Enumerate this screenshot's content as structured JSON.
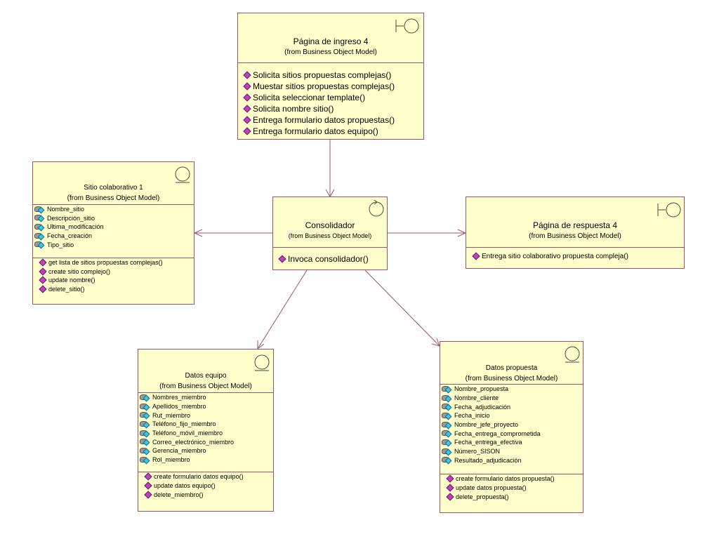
{
  "classes": {
    "ingreso": {
      "name": "Página de ingreso 4",
      "from": "(from Business Object Model)",
      "stereotype_icon": "boundary-icon",
      "operations": [
        "Solicita sitios propuestas complejas()",
        "Muestar sitios propuestas complejas()",
        "Solicita seleccionar template()",
        "Solicita nombre sitio()",
        "Entrega formulario datos propuestas()",
        "Entrega formulario datos equipo()"
      ]
    },
    "sitio": {
      "name": "Sitio colaborativo 1",
      "from": "(from Business Object Model)",
      "stereotype_icon": "entity-icon",
      "attributes": [
        "Nombre_sitio",
        "Descripción_sitio",
        "Ultima_modificación",
        "Fecha_creación",
        "Tipo_sitio"
      ],
      "operations": [
        "get lista de sitios propuestas complejas()",
        "create sitio complejo()",
        "update nombre()",
        "delete_sitio()"
      ]
    },
    "consolidador": {
      "name": "Consolidador",
      "from": "(from Business Object Model)",
      "stereotype_icon": "control-icon",
      "operations": [
        "Invoca consolidador()"
      ]
    },
    "respuesta": {
      "name": "Página de respuesta 4",
      "from": "(from Business Object Model)",
      "stereotype_icon": "boundary-icon",
      "operations": [
        "Entrega sitio colaborativo propuesta compleja()"
      ]
    },
    "equipo": {
      "name": "Datos equipo",
      "from": "(from Business Object Model)",
      "stereotype_icon": "entity-icon",
      "attributes": [
        "Nombres_miembro",
        "Apellidos_miembro",
        "Rut_miembro",
        "Teléfono_fijo_miembro",
        "Teléfono_móvil_miembro",
        "Correo_electrónico_miembro",
        "Gerencia_miembro",
        "Rol_miembro"
      ],
      "operations": [
        "create formulario datos equipo()",
        "update datos equipo()",
        "delete_miembro()"
      ]
    },
    "propuesta": {
      "name": "Datos propuesta",
      "from": "(from Business Object Model)",
      "stereotype_icon": "entity-icon",
      "attributes": [
        "Nombre_propuesta",
        "Nombre_cliente",
        "Fecha_adjudicación",
        "Fecha_inicio",
        "Nombre_jefe_proyecto",
        "Fecha_entrega_comprometida",
        "Fecha_entrega_efectiva",
        "Número_SISON",
        "Resultado_adjudicación"
      ],
      "operations": [
        "create formulario datos propuesta()",
        "update datos propuesta()",
        "delete_propuesta()"
      ]
    }
  },
  "colors": {
    "fill": "#ffffcc",
    "border": "#a0526d",
    "connector": "#a0526d",
    "op_icon": "#c040c0",
    "attr_key": "#38c8e8"
  }
}
